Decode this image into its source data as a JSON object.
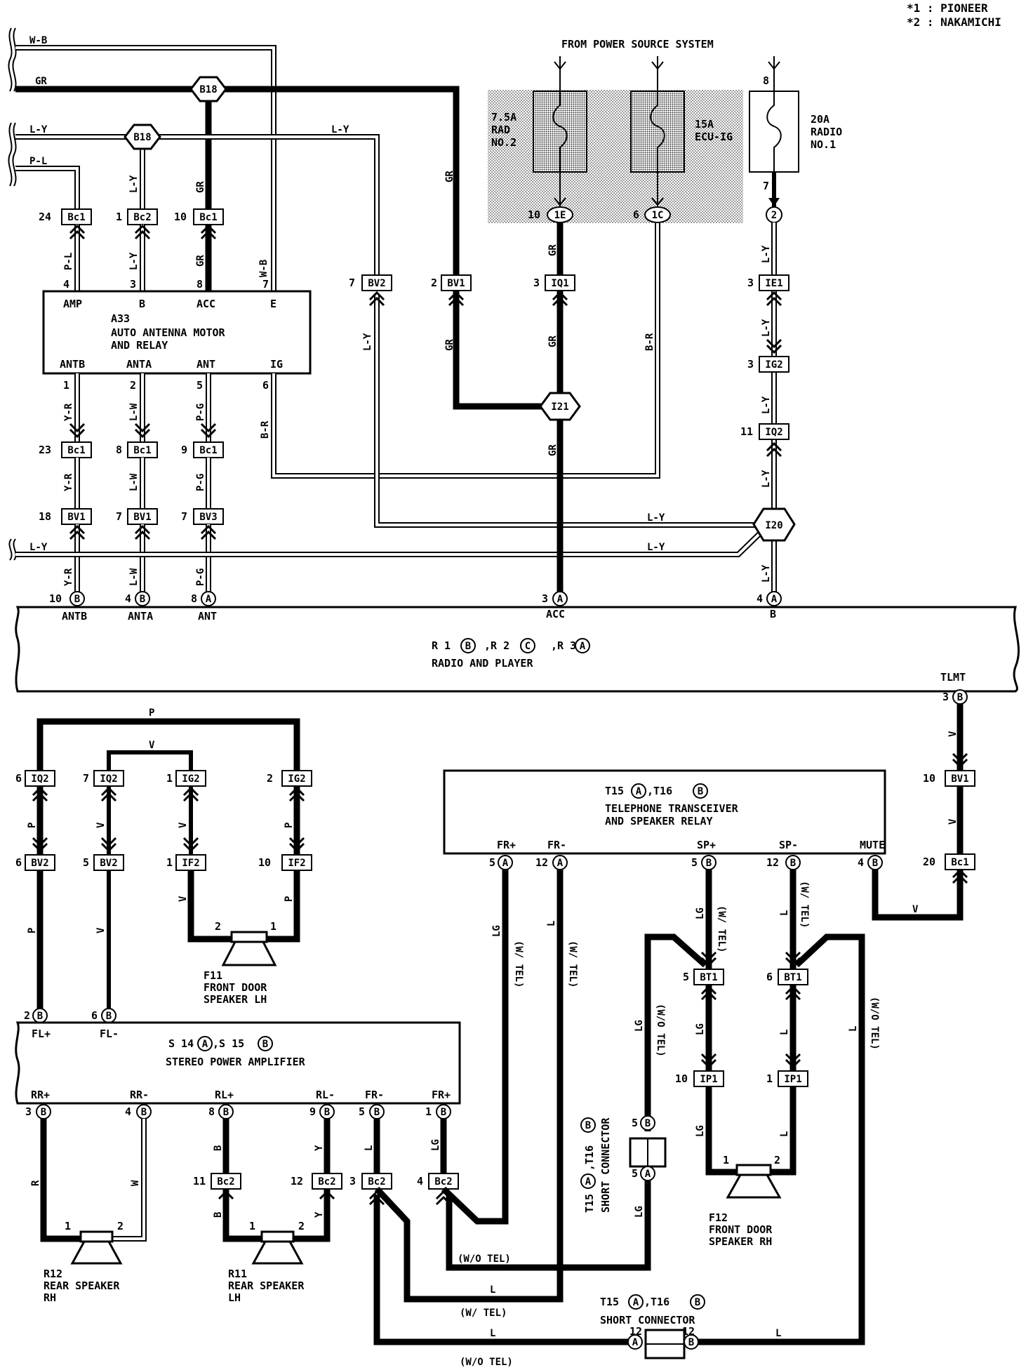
{
  "notes": [
    "*1 : PIONEER",
    "*2 : NAKAMICHI"
  ],
  "power_title": "FROM POWER SOURCE SYSTEM",
  "fuses": {
    "rad2": {
      "l1": "7.5A",
      "l2": "RAD",
      "l3": "NO.2",
      "pin_out": "10",
      "conn": "1E"
    },
    "ecuig": {
      "l1": "15A",
      "l2": "ECU-IG",
      "pin_out": "6",
      "conn": "1C"
    },
    "radio1": {
      "l1": "20A",
      "l2": "RADIO",
      "l3": "NO.1",
      "pin_in": "8",
      "pin_out": "7",
      "conn": "2"
    }
  },
  "wires": {
    "wb": "W-B",
    "gr": "GR",
    "ly": "L-Y",
    "pl": "P-L",
    "yr": "Y-R",
    "lw": "L-W",
    "pg": "P-G",
    "br": "B-R",
    "p": "P",
    "v": "V",
    "lg": "LG",
    "l": "L",
    "b": "B",
    "y": "Y",
    "r": "R",
    "wh": "W",
    "w_tel": "(W/ TEL)",
    "wo_tel": "(W/O TEL)"
  },
  "junctions": {
    "b18": "B18",
    "i21": "I21",
    "i20": "I20"
  },
  "connectors": {
    "bc1": "Bc1",
    "bc2": "Bc2",
    "bv1": "BV1",
    "bv2": "BV2",
    "bv3": "BV3",
    "iq1": "IQ1",
    "ie1": "IE1",
    "ig2": "IG2",
    "iq2": "IQ2",
    "if2": "IF2",
    "bt1": "BT1",
    "ip1": "IP1"
  },
  "pins": {
    "p24": "24",
    "p1": "1",
    "p10": "10",
    "p4": "4",
    "p3": "3",
    "p8": "8",
    "p7": "7",
    "p2": "2",
    "p5": "5",
    "p6": "6",
    "p9": "9",
    "p23": "23",
    "p18": "18",
    "p11": "11",
    "p12": "12",
    "p20": "20"
  },
  "antenna": {
    "title": "A33",
    "line1": "AUTO  ANTENNA MOTOR",
    "line2": "AND RELAY",
    "top_labels": [
      "AMP",
      "B",
      "ACC",
      "E"
    ],
    "bottom_labels": [
      "ANTB",
      "ANTA",
      "ANT",
      "IG"
    ]
  },
  "radio": {
    "line1": "R 1",
    "sep1": ",R 2",
    "sep2": ",R 3",
    "line2": "RADIO  AND  PLAYER",
    "labels": [
      "ANTB",
      "ANTA",
      "ANT",
      "ACC",
      "B",
      "TLMT"
    ]
  },
  "letters": {
    "a": "A",
    "b": "B",
    "c": "C"
  },
  "phone": {
    "title_pre": "T15",
    "title_mid": ",T16",
    "line1": "TELEPHONE TRANSCEIVER",
    "line2": "AND SPEAKER RELAY",
    "labels": [
      "FR+",
      "FR-",
      "SP+",
      "SP-",
      "MUTE"
    ]
  },
  "amp": {
    "title_pre": "S 14",
    "title_mid": ",S 15",
    "line1": "STEREO  POWER  AMPLIFIER",
    "top_labels": [
      "FL+",
      "FL-"
    ],
    "bottom_labels": [
      "RR+",
      "RR-",
      "RL+",
      "RL-",
      "FR-",
      "FR+"
    ]
  },
  "speakers": {
    "f11": {
      "code": "F11",
      "l1": "FRONT DOOR",
      "l2": "SPEAKER LH"
    },
    "f12": {
      "code": "F12",
      "l1": "FRONT DOOR",
      "l2": "SPEAKER RH"
    },
    "r12": {
      "code": "R12",
      "l1": "REAR SPEAKER",
      "l2": "RH"
    },
    "r11": {
      "code": "R11",
      "l1": "REAR SPEAKER",
      "l2": "LH"
    }
  },
  "short_connector": {
    "pre": "T15",
    "mid": ",T16",
    "name": "SHORT CONNECTOR"
  }
}
